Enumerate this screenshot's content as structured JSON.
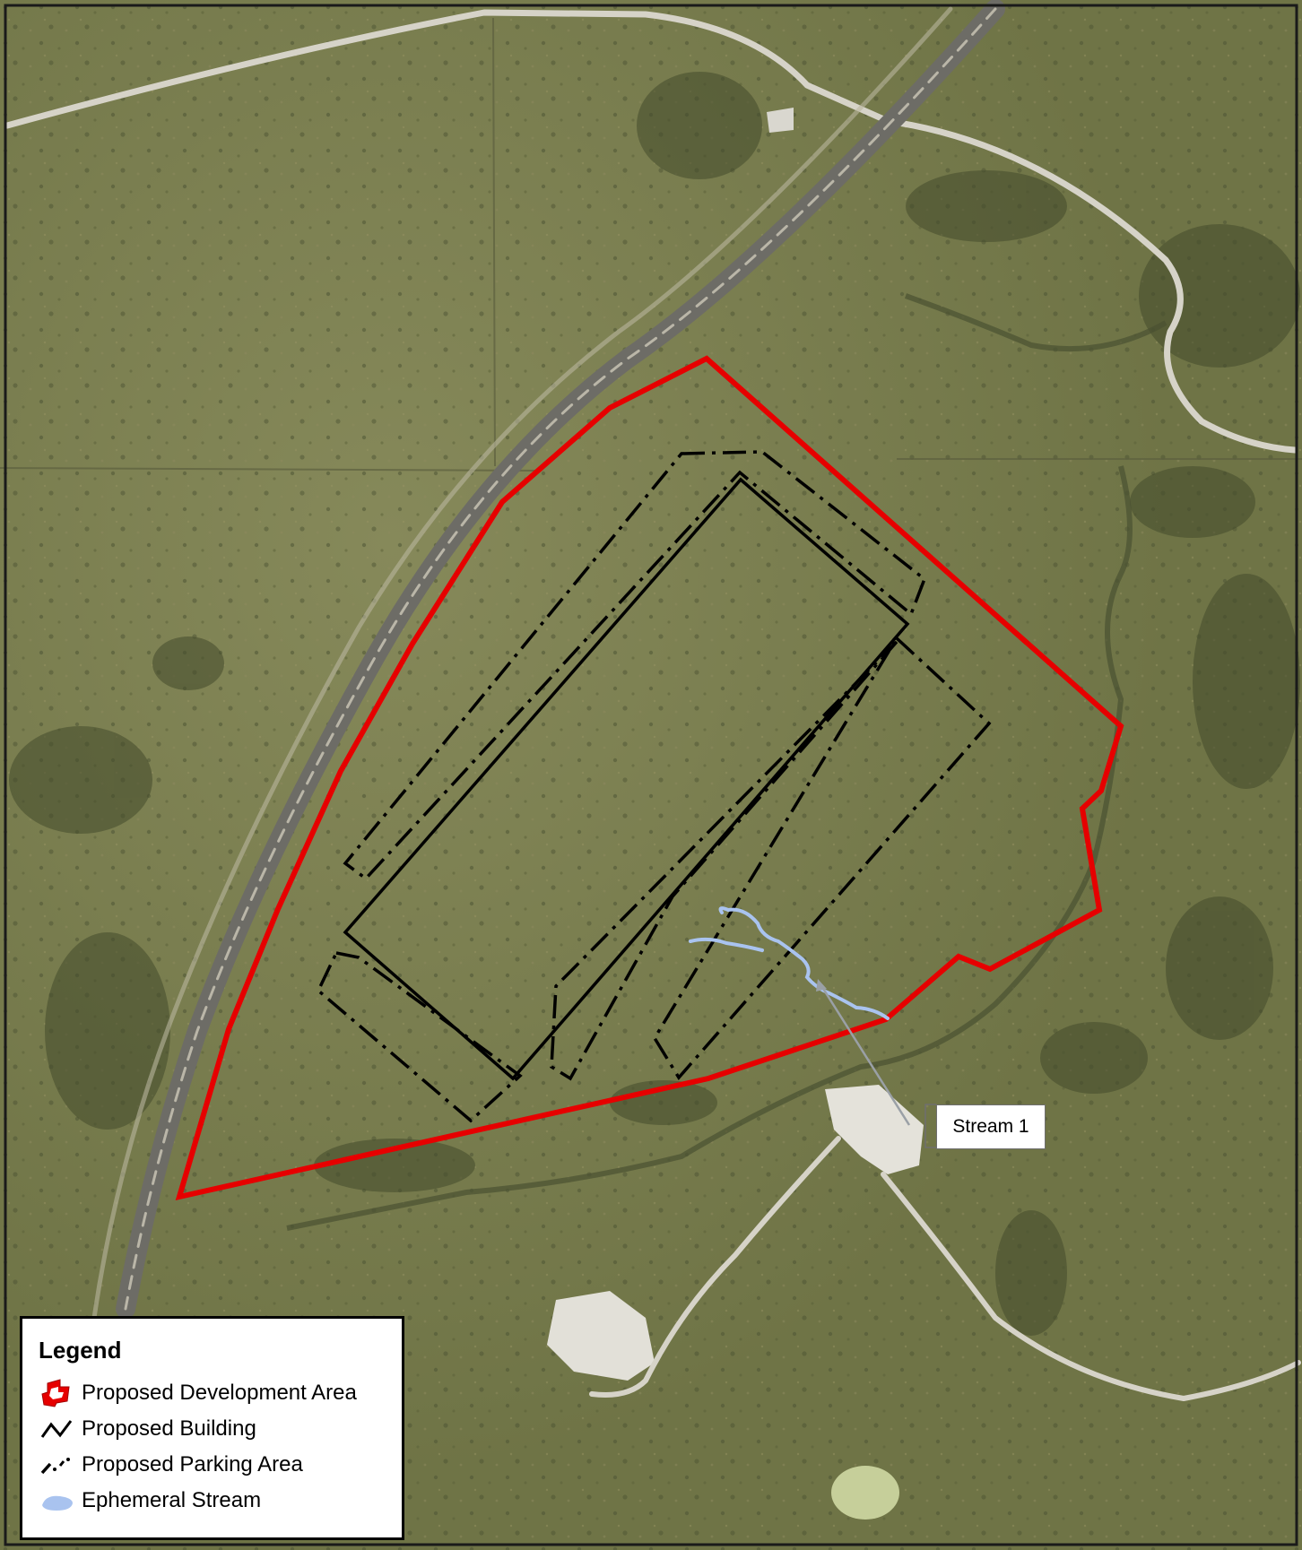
{
  "map": {
    "colors": {
      "development_area": "#e60000",
      "building": "#000000",
      "parking": "#000000",
      "stream": "#a9c3ef",
      "leader_line": "#9aa0a6",
      "imagery_base": "#7a7f4e",
      "road": "#d8d6cc"
    },
    "callout": {
      "label": "Stream 1"
    }
  },
  "legend": {
    "title": "Legend",
    "items": [
      {
        "label": "Proposed Development Area",
        "icon": "development-area-icon"
      },
      {
        "label": "Proposed Building",
        "icon": "building-line-icon"
      },
      {
        "label": "Proposed Parking Area",
        "icon": "parking-dashdot-icon"
      },
      {
        "label": "Ephemeral Stream",
        "icon": "stream-swatch-icon"
      }
    ]
  }
}
